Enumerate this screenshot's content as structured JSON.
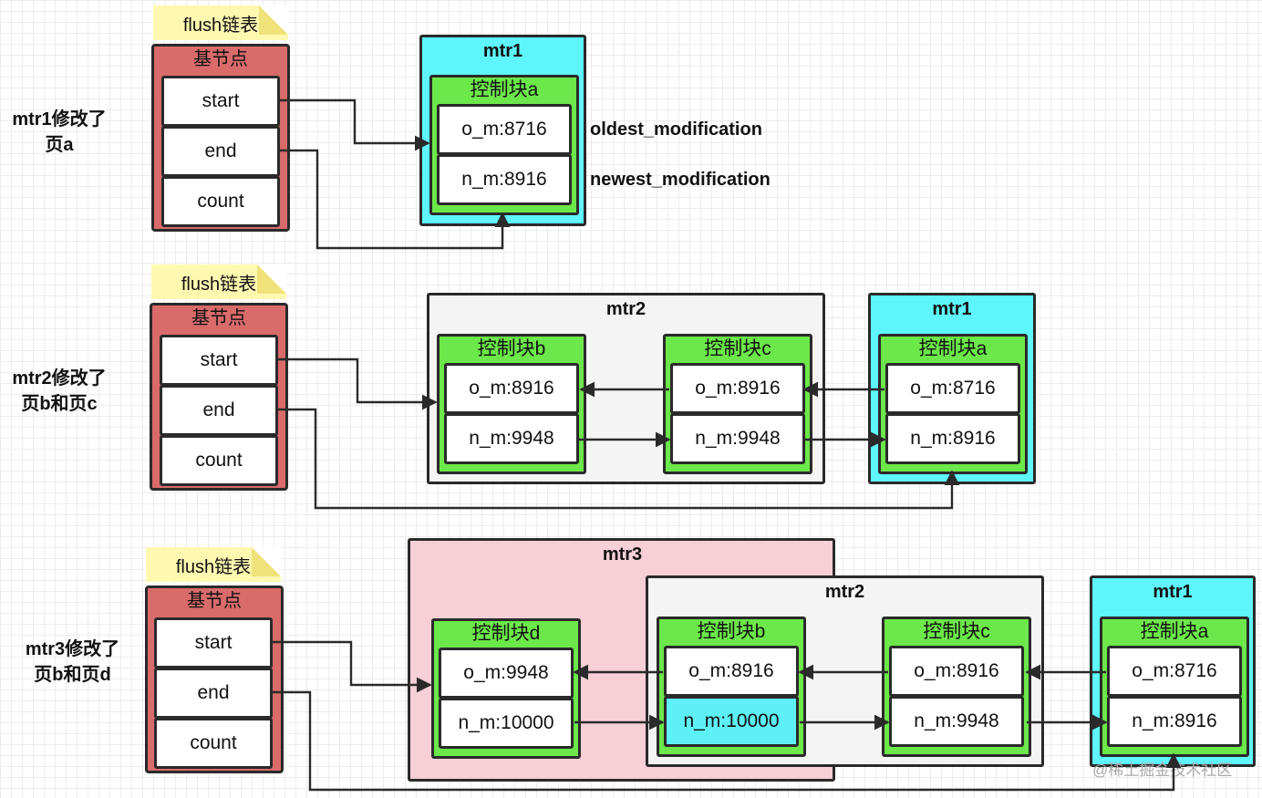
{
  "rows": [
    {
      "label": [
        "mtr1修改了",
        "页a"
      ],
      "note": "flush链表",
      "base": {
        "title": "基节点",
        "start": "start",
        "end": "end",
        "count": "count"
      },
      "groups": [
        {
          "title": "mtr1",
          "blocks": [
            {
              "title": "控制块a",
              "o": "o_m:8716",
              "n": "n_m:8916"
            }
          ]
        }
      ],
      "annotations": [
        "oldest_modification",
        "newest_modification"
      ]
    },
    {
      "label": [
        "mtr2修改了",
        "页b和页c"
      ],
      "note": "flush链表",
      "base": {
        "title": "基节点",
        "start": "start",
        "end": "end",
        "count": "count"
      },
      "groups": [
        {
          "title": "mtr2",
          "blocks": [
            {
              "title": "控制块b",
              "o": "o_m:8916",
              "n": "n_m:9948"
            },
            {
              "title": "控制块c",
              "o": "o_m:8916",
              "n": "n_m:9948"
            }
          ]
        },
        {
          "title": "mtr1",
          "blocks": [
            {
              "title": "控制块a",
              "o": "o_m:8716",
              "n": "n_m:8916"
            }
          ]
        }
      ]
    },
    {
      "label": [
        "mtr3修改了",
        "页b和页d"
      ],
      "note": "flush链表",
      "base": {
        "title": "基节点",
        "start": "start",
        "end": "end",
        "count": "count"
      },
      "groups": [
        {
          "title": "mtr3",
          "blocks": [
            {
              "title": "控制块d",
              "o": "o_m:9948",
              "n": "n_m:10000"
            }
          ]
        },
        {
          "title": "mtr2",
          "blocks": [
            {
              "title": "控制块b",
              "o": "o_m:8916",
              "n": "n_m:10000"
            },
            {
              "title": "控制块c",
              "o": "o_m:8916",
              "n": "n_m:9948"
            }
          ]
        },
        {
          "title": "mtr1",
          "blocks": [
            {
              "title": "控制块a",
              "o": "o_m:8716",
              "n": "n_m:8916"
            }
          ]
        }
      ]
    }
  ],
  "watermark": "@稀土掘金技术社区",
  "colors": {
    "note": "#fff8b0",
    "base": "#d96b6b",
    "block": "#6ce84a",
    "mtr1": "#5ef6fc",
    "mtr2": "#f4f4f4",
    "mtr3": "#f7cfd6",
    "highlight": "#5ef0f7"
  }
}
